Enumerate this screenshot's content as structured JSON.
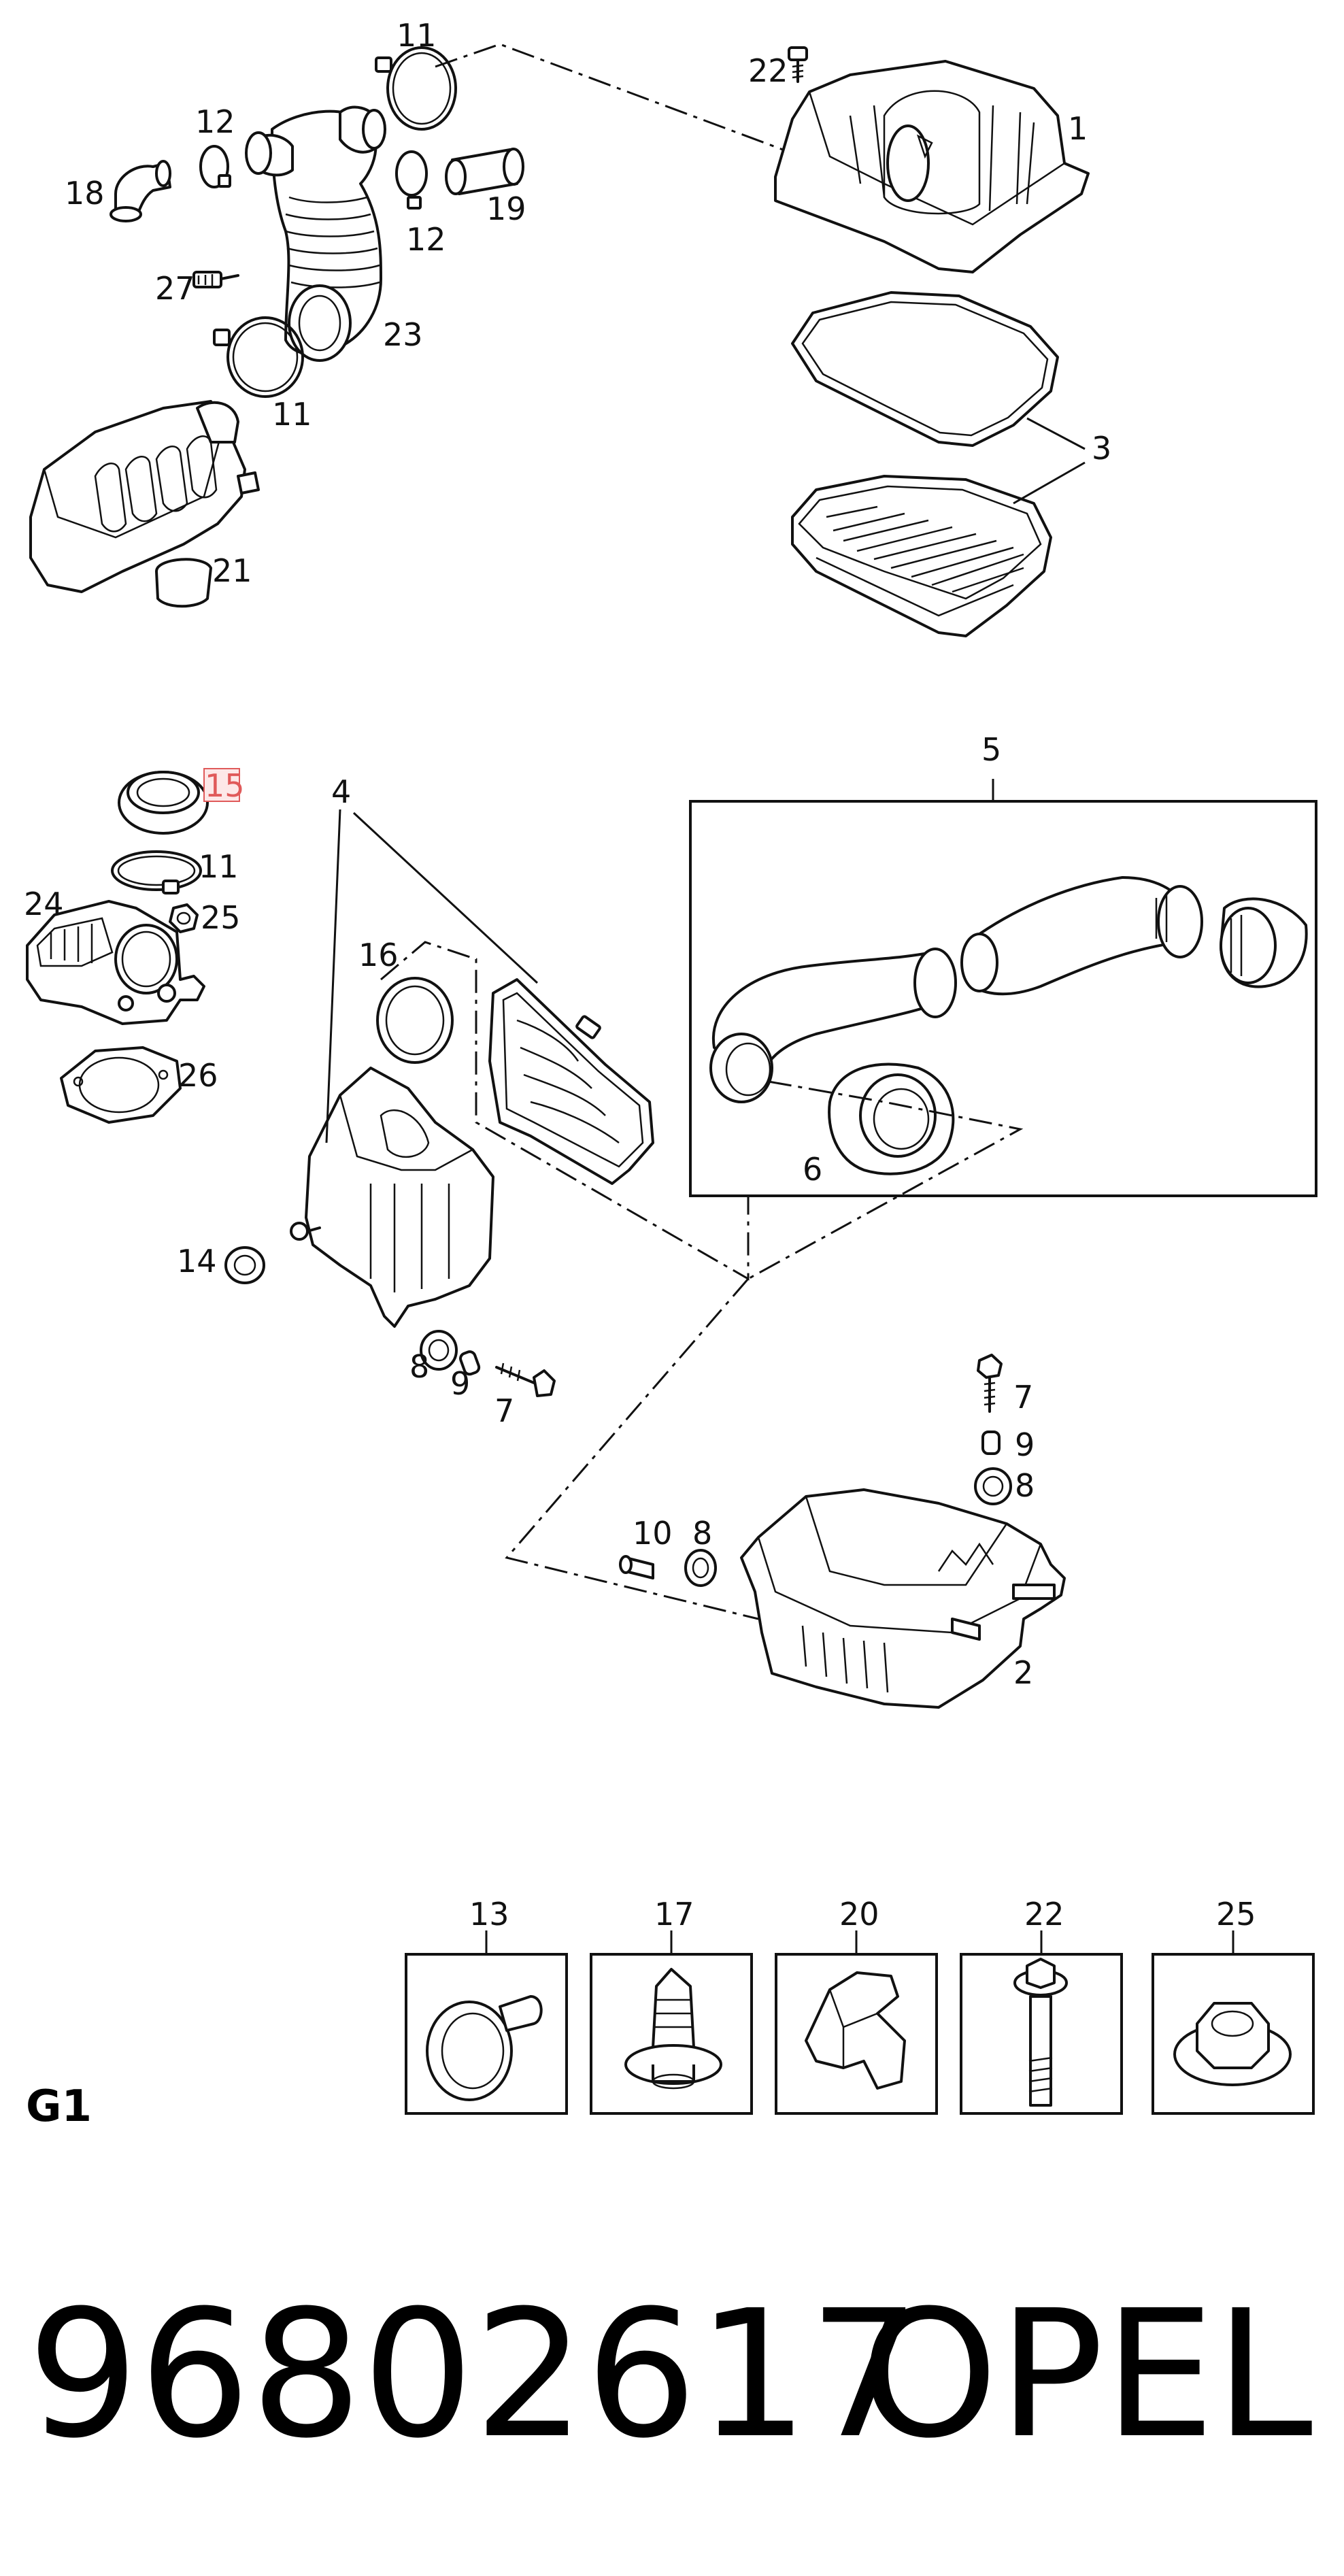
{
  "labels": {
    "c1": "1",
    "c2": "2",
    "c3": "3",
    "c4": "4",
    "c5": "5",
    "c6": "6",
    "c7a": "7",
    "c7b": "7",
    "c8a": "8",
    "c8b": "8",
    "c8c": "8",
    "c9a": "9",
    "c9b": "9",
    "c10": "10",
    "c11a": "11",
    "c11b": "11",
    "c11c": "11",
    "c12a": "12",
    "c12b": "12",
    "c14": "14",
    "c15": "15",
    "c16": "16",
    "c18": "18",
    "c19": "19",
    "c21": "21",
    "c22": "22",
    "c23": "23",
    "c24": "24",
    "c25": "25",
    "c26": "26",
    "c27": "27"
  },
  "hardware": [
    {
      "callout": "13",
      "icon": "grommet-icon"
    },
    {
      "callout": "17",
      "icon": "push-clip-icon"
    },
    {
      "callout": "20",
      "icon": "bracket-icon"
    },
    {
      "callout": "22",
      "icon": "bolt-icon"
    },
    {
      "callout": "25",
      "icon": "flange-nut-icon"
    }
  ],
  "section_code": "G1",
  "part_number": "96802617",
  "brand": "OPEL",
  "highlight_color": "#e05a5a"
}
